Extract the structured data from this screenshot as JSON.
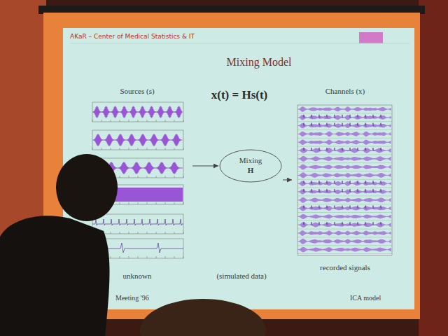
{
  "diagram": {
    "title": "Mixing Model",
    "nodes": [
      {
        "text": [
          "Sources (s)",
          "unknown"
        ]
      },
      {
        "text": [
          "Mixing",
          "H"
        ]
      },
      {
        "text": [
          "Channels (x)",
          "recorded signals"
        ]
      }
    ],
    "edges": [
      {
        "from": 0,
        "to": 1,
        "arrow": "to"
      },
      {
        "from": 1,
        "to": 2,
        "arrow": "to"
      }
    ],
    "labels": [
      "AKaR – Center of Medical Statistics & IT",
      "x(t) = Hs(t)",
      "(simulated data)",
      "Meeting '96",
      "ICA model"
    ]
  }
}
